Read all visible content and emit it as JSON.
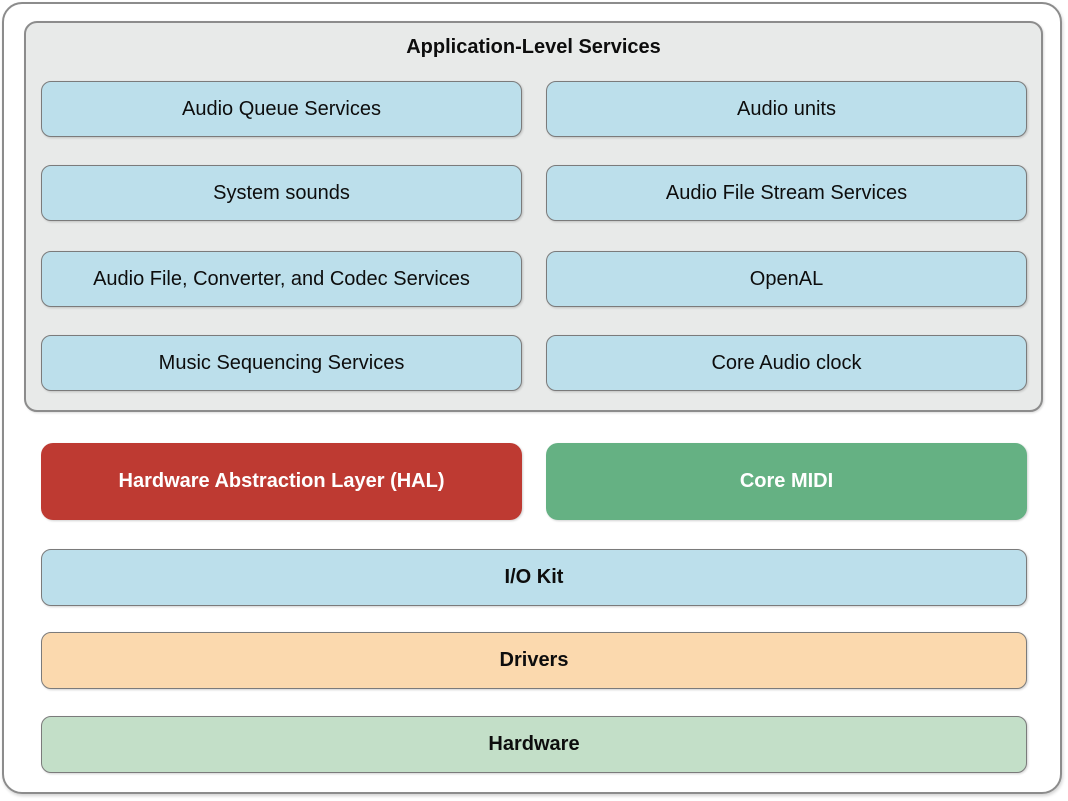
{
  "colors": {
    "panel_background": "#e8eae9",
    "service_box_blue": "#bcdfeb",
    "hal_red": "#be3a32",
    "core_midi_green": "#65b183",
    "io_kit_blue": "#bcdfeb",
    "drivers_orange": "#fbd9ae",
    "hardware_green": "#c3dfc8",
    "box_border_gray": "#7b7b7b",
    "frame_border_gray": "#8c8c8c",
    "title_text": "#0d0d0d",
    "solid_box_text": "#ffffff"
  },
  "app_services_panel": {
    "title": "Application-Level Services",
    "services": [
      {
        "label": "Audio Queue Services"
      },
      {
        "label": "Audio units"
      },
      {
        "label": "System sounds"
      },
      {
        "label": "Audio File Stream Services"
      },
      {
        "label": "Audio File, Converter, and Codec Services"
      },
      {
        "label": "OpenAL"
      },
      {
        "label": "Music Sequencing Services"
      },
      {
        "label": "Core Audio clock"
      }
    ]
  },
  "hal_row": {
    "hal_label": "Hardware Abstraction Layer (HAL)",
    "core_midi_label": "Core MIDI"
  },
  "layers": [
    {
      "label": "I/O Kit",
      "color": "#bcdfeb"
    },
    {
      "label": "Drivers",
      "color": "#fbd9ae"
    },
    {
      "label": "Hardware",
      "color": "#c3dfc8"
    }
  ]
}
